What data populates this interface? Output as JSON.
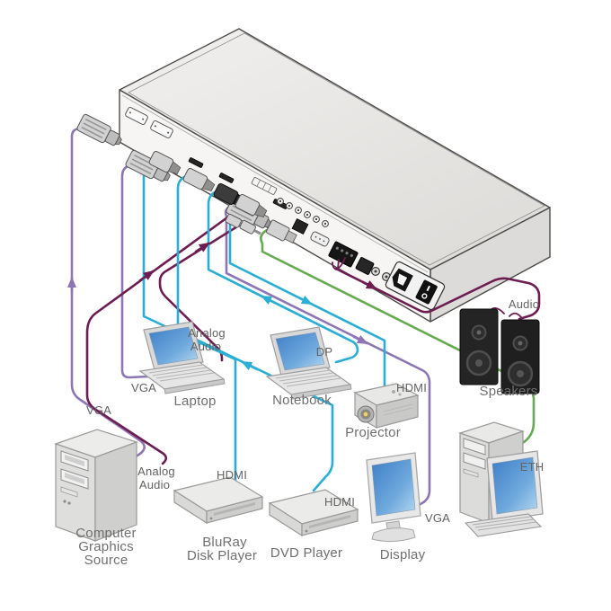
{
  "labels": {
    "computer_vga": "VGA",
    "computer_audio_1": "Analog",
    "computer_audio_2": "Audio",
    "computer_1": "Computer",
    "computer_2": "Graphics",
    "computer_3": "Source",
    "laptop_vga": "VGA",
    "laptop_audio_1": "Analog",
    "laptop_audio_2": "Audio",
    "laptop": "Laptop",
    "notebook_dp": "DP",
    "notebook": "Notebook",
    "projector_hdmi": "HDMI",
    "projector": "Projector",
    "bluray_hdmi": "HDMI",
    "bluray_1": "BluRay",
    "bluray_2": "Disk Player",
    "dvd_hdmi": "HDMI",
    "dvd": "DVD Player",
    "display_vga": "VGA",
    "display": "Display",
    "speakers_audio": "Audio",
    "speakers": "Speakers",
    "pc_eth": "ETH"
  },
  "colors": {
    "vga": "#8e76b4",
    "audio": "#6d1d51",
    "video": "#2aaed6",
    "eth": "#67aa55"
  }
}
